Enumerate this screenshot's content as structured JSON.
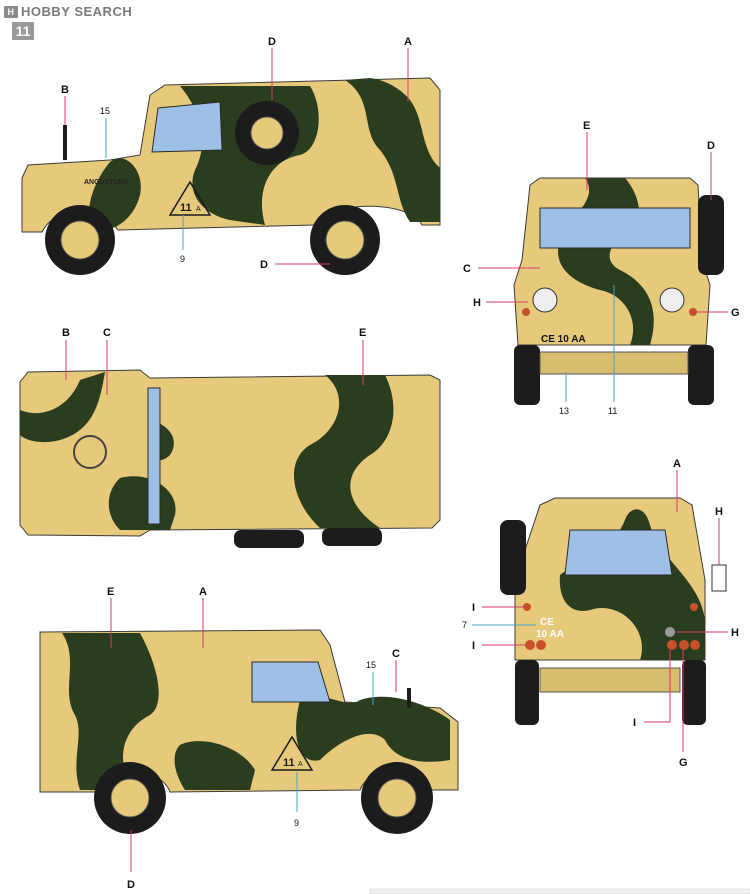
{
  "header": {
    "brand_mark": "H",
    "brand_name": "HOBBY SEARCH",
    "corner_tag": "11"
  },
  "colors": {
    "sand": "#e6c97a",
    "olive": "#2b3d1f",
    "glass": "#9fc0e6",
    "tire": "#1c1c1c",
    "callout_line": "#d93a6a",
    "callout_line_alt": "#4aa3c9"
  },
  "views": {
    "side_left": {
      "door_text": "ANGUSTURA",
      "marking_number": "11",
      "marking_suffix": "A",
      "labels": [
        "A",
        "B",
        "D",
        "D",
        "15",
        "9"
      ]
    },
    "front": {
      "plate": "CE 10 AA",
      "labels": [
        "E",
        "D",
        "C",
        "H",
        "G",
        "13",
        "11"
      ]
    },
    "top": {
      "labels": [
        "B",
        "C",
        "E"
      ]
    },
    "rear": {
      "plate_line1": "CE",
      "plate_line2": "10 AA",
      "labels": [
        "A",
        "H",
        "H",
        "I",
        "I",
        "I",
        "7",
        "G"
      ]
    },
    "side_right": {
      "marking_number": "11",
      "marking_suffix": "A",
      "labels": [
        "E",
        "A",
        "15",
        "C",
        "9",
        "D"
      ]
    }
  }
}
